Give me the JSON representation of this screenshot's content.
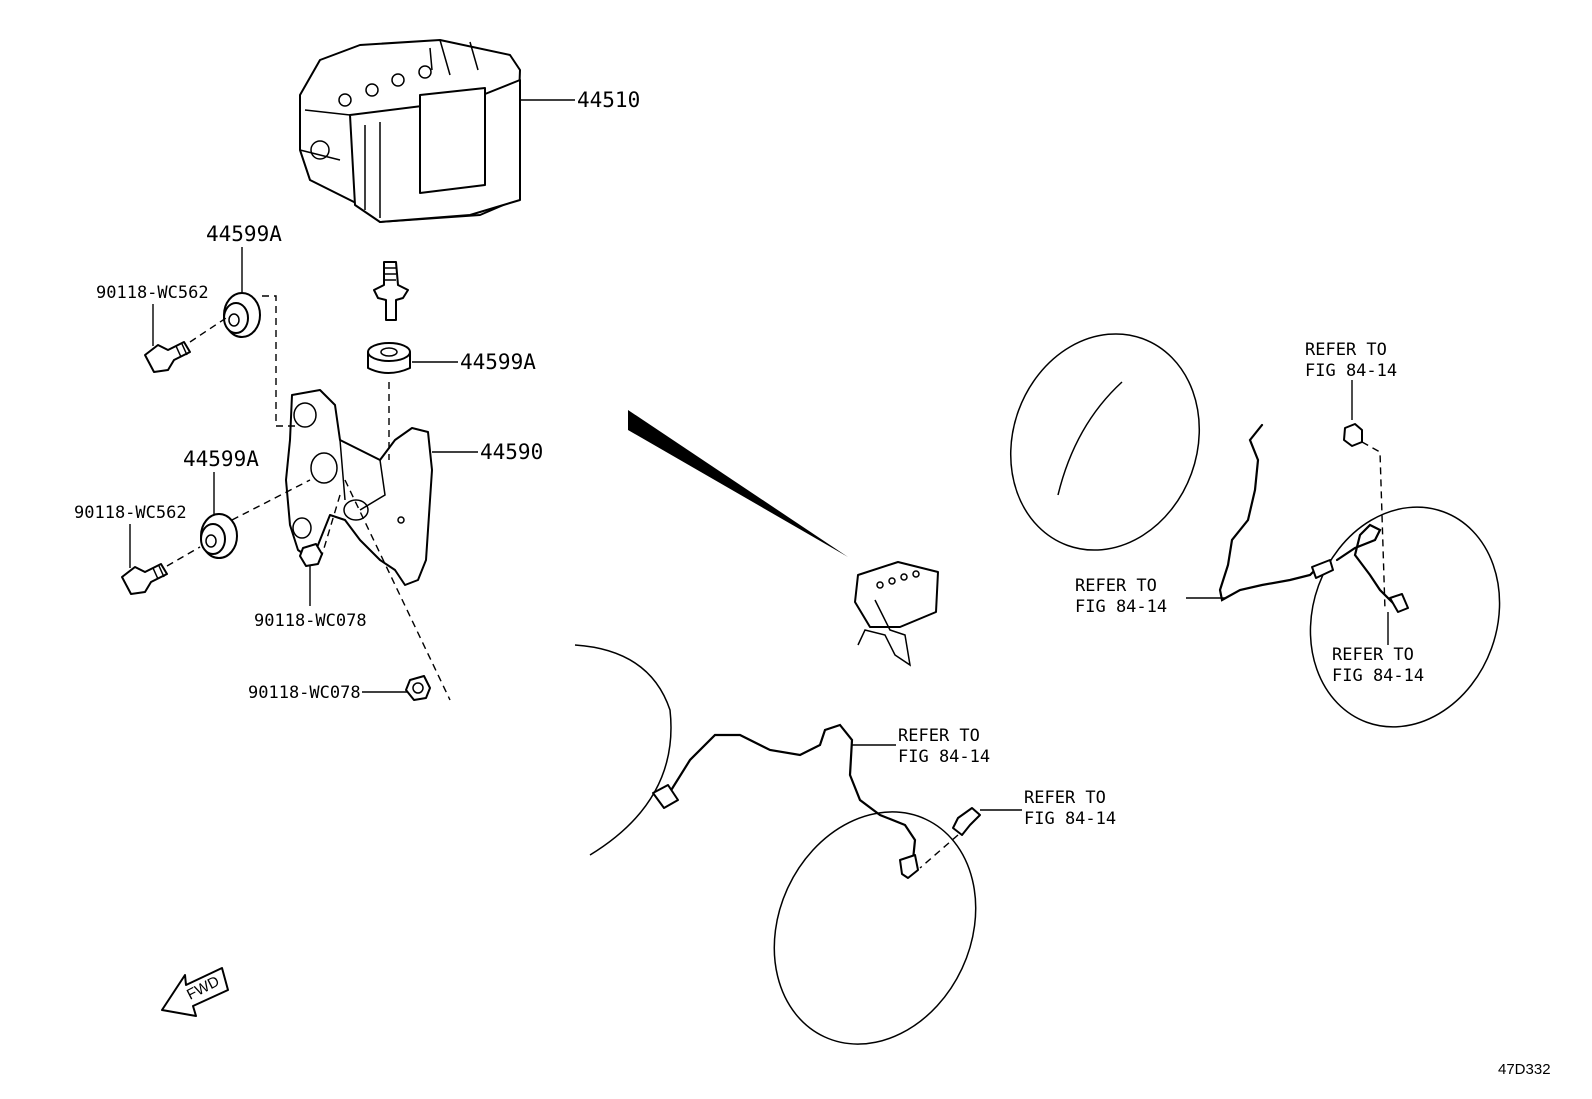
{
  "parts": {
    "abs_actuator": "44510",
    "bracket": "44590",
    "cushion_upper_left": "44599A",
    "cushion_upper_right": "44599A",
    "cushion_lower_left": "44599A",
    "bolt_upper": "90118-WC562",
    "bolt_lower": "90118-WC562",
    "nut_mid": "90118-WC078",
    "nut_bottom": "90118-WC078"
  },
  "references": {
    "front_harness": [
      "REFER TO",
      "FIG 84-14"
    ],
    "front_bolt": [
      "REFER TO",
      "FIG 84-14"
    ],
    "rear_top": [
      "REFER TO",
      "FIG 84-14"
    ],
    "rear_left": [
      "REFER TO",
      "FIG 84-14"
    ],
    "rear_right": [
      "REFER TO",
      "FIG 84-14"
    ]
  },
  "fwd_label": "FWD",
  "figure_code": "47D332"
}
